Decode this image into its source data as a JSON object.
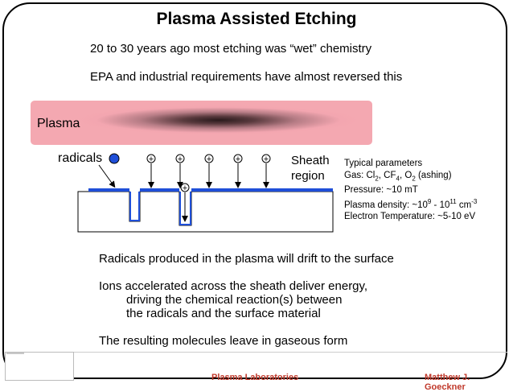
{
  "slide": {
    "title": "Plasma Assisted Etching",
    "intro_lines": [
      "20 to 30 years ago most etching was “wet” chemistry",
      "EPA and industrial requirements have almost reversed this"
    ],
    "plasma_label": "Plasma",
    "radicals_label": "radicals",
    "sheath_line1": "Sheath",
    "sheath_line2": "region",
    "params": {
      "heading": "Typical parameters",
      "gas_prefix": "Gas: Cl",
      "gas_sub1": "2",
      "gas_cf": ", CF",
      "gas_sub2": "4",
      "gas_o": ", O",
      "gas_sub3": "2",
      "gas_suffix": " (ashing)",
      "pressure": "Pressure: ~10 mT",
      "density_prefix": "Plasma density: ~10",
      "density_sup1": "9",
      "density_mid": " - 10",
      "density_sup2": "11",
      "density_unit": " cm",
      "density_sup3": "-3",
      "electron_temp": "Electron Temperature: ~5-10 eV"
    },
    "body_lines": [
      "Radicals produced in the plasma will drift to the surface",
      "Ions accelerated across the sheath deliver energy,",
      "driving the chemical reaction(s) between",
      "the radicals and the surface material",
      "The resulting molecules leave in gaseous form"
    ],
    "ion_symbol": "+",
    "footer_left": "Plasma Laboratories",
    "footer_right": "Matthew J. Goeckner"
  },
  "colors": {
    "radical": "#1f4fd8",
    "film": "#1f4fd8",
    "plasma": "#f4a8b1",
    "footer": "#c0392b"
  }
}
